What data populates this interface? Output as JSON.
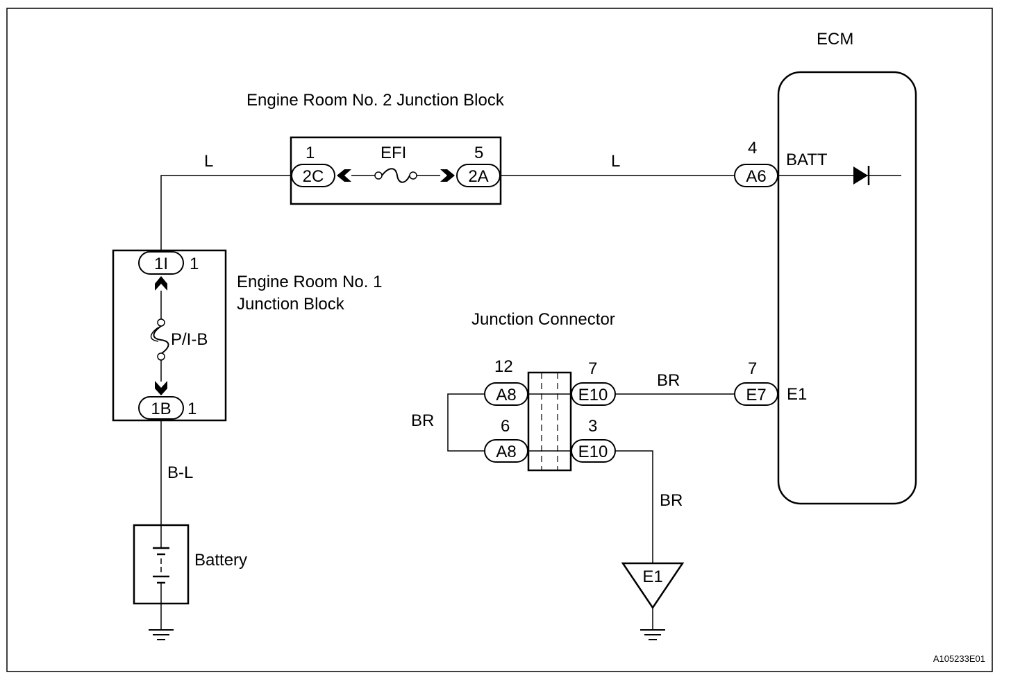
{
  "components": {
    "ecm": "ECM",
    "er2_jb": "Engine Room No. 2 Junction Block",
    "er1_jb_line1": "Engine Room No. 1",
    "er1_jb_line2": "Junction Block",
    "junction_connector": "Junction Connector",
    "battery": "Battery",
    "efi_fuse": "EFI",
    "pib_fuse": "P/I-B",
    "ground_e1": "E1"
  },
  "connectors": {
    "c_2c": "2C",
    "c_2a": "2A",
    "c_a6": "A6",
    "c_1i": "1I",
    "c_1b": "1B",
    "c_a8_top": "A8",
    "c_a8_bot": "A8",
    "c_e10_top": "E10",
    "c_e10_bot": "E10",
    "c_e7": "E7"
  },
  "pins": {
    "p_2c": "1",
    "p_2a": "5",
    "p_a6": "4",
    "p_1i": "1",
    "p_1b": "1",
    "p_a8_top": "12",
    "p_a8_bot": "6",
    "p_e10_top": "7",
    "p_e10_bot": "3",
    "p_e7": "7"
  },
  "terminals": {
    "batt": "BATT",
    "e1": "E1"
  },
  "wire_colors": {
    "w_l_left": "L",
    "w_l_right": "L",
    "w_bl": "B-L",
    "w_br_loop": "BR",
    "w_br_e7": "BR",
    "w_br_gnd": "BR"
  },
  "figure_id": "A105233E01"
}
